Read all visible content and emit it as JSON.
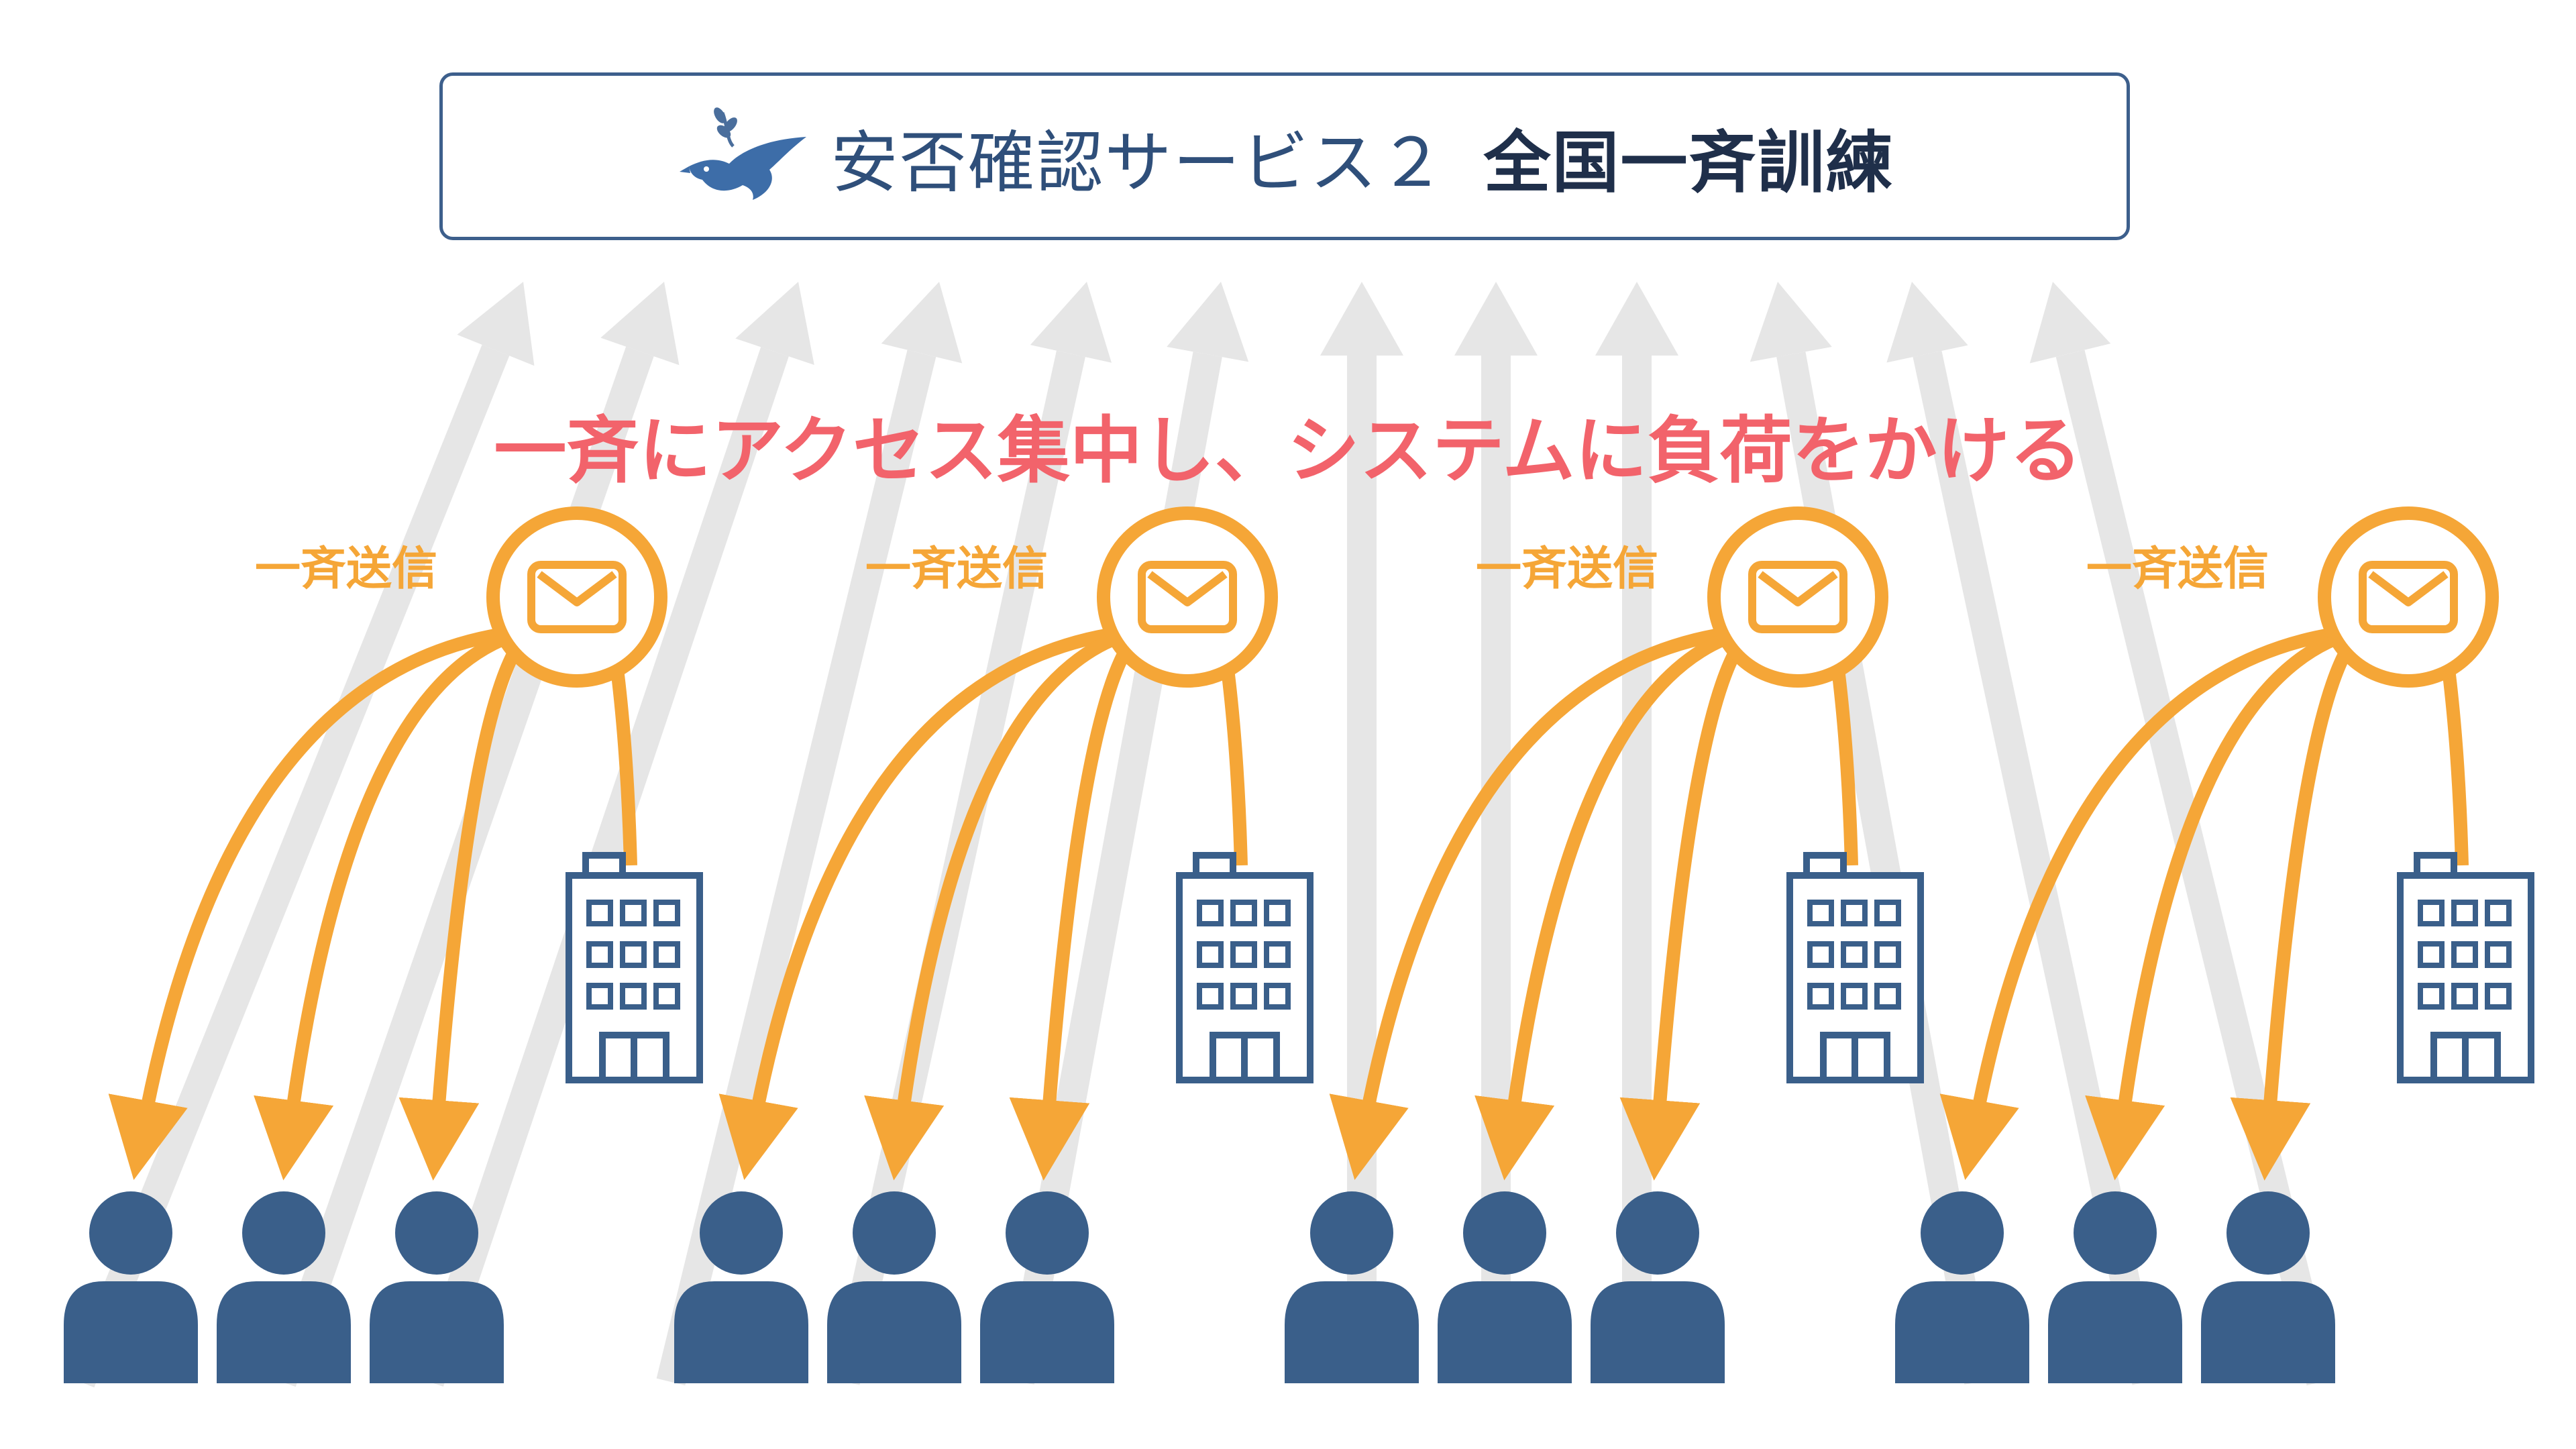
{
  "title": {
    "service_name": "安否確認サービス２",
    "subtitle": "全国一斉訓練",
    "logo_icon": "dove-with-olive-branch-icon"
  },
  "headline": "一斉にアクセス集中し、システムに負荷をかける",
  "groups": [
    {
      "send_label": "一斉送信",
      "sender_icon": "envelope-icon",
      "office_icon": "office-building-icon",
      "people_count": 3
    },
    {
      "send_label": "一斉送信",
      "sender_icon": "envelope-icon",
      "office_icon": "office-building-icon",
      "people_count": 3
    },
    {
      "send_label": "一斉送信",
      "sender_icon": "envelope-icon",
      "office_icon": "office-building-icon",
      "people_count": 3
    },
    {
      "send_label": "一斉送信",
      "sender_icon": "envelope-icon",
      "office_icon": "office-building-icon",
      "people_count": 3
    }
  ],
  "colors": {
    "accent_orange": "#f5a637",
    "headline_red": "#f2636b",
    "navy": "#3a5f8a",
    "arrow_gray": "#e6e6e6"
  }
}
